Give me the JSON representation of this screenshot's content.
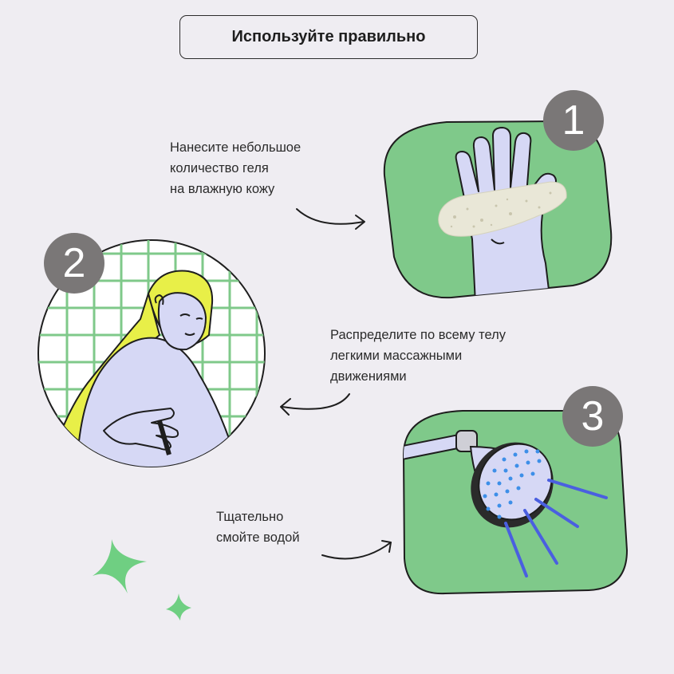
{
  "title": "Используйте правильно",
  "steps": [
    {
      "number": "1",
      "caption": [
        "Нанесите небольшое",
        "количество геля",
        "на влажную кожу"
      ]
    },
    {
      "number": "2",
      "caption": [
        "Распределите по всему телу",
        "легкими массажными",
        "движениями"
      ]
    },
    {
      "number": "3",
      "caption": [
        "Тщательно",
        "смойте водой"
      ]
    }
  ],
  "colors": {
    "background": "#efedf2",
    "card_green": "#7fc98a",
    "number_badge": "#7a7777",
    "skin_lavender": "#d6d8f5",
    "hair_yellow": "#e8ef48",
    "water_blue": "#4a5fe0",
    "sparkle_green": "#6fcf82"
  }
}
